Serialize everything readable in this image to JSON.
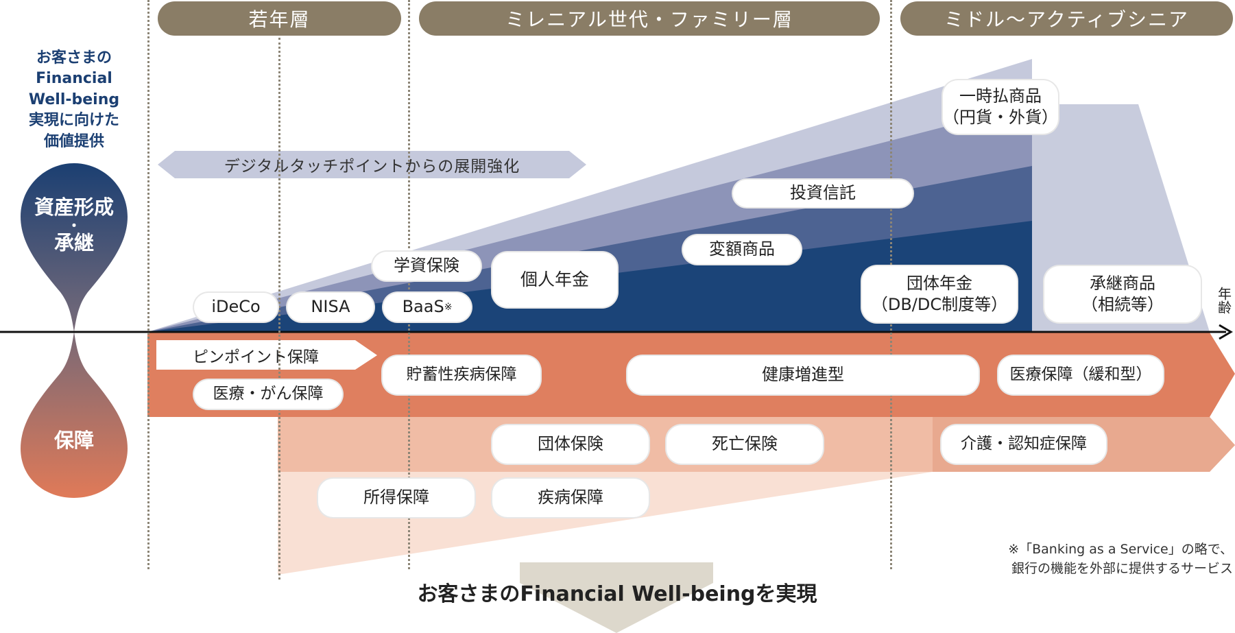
{
  "header": {
    "young": "若年層",
    "millennial": "ミレニアル世代・ファミリー層",
    "middle": "ミドル～アクティブシニア"
  },
  "side": {
    "value_lines": [
      "お客さまの",
      "Financial",
      "Well-being",
      "実現に向けた",
      "価値提供"
    ],
    "asset_line1": "資産形成",
    "asset_dot": "・",
    "asset_line2": "承継",
    "protection": "保障"
  },
  "digital_banner": "デジタルタッチポイントからの展開強化",
  "axis_label": "年齢",
  "asset_products": {
    "ideco": "iDeCo",
    "nisa": "NISA",
    "baas": "BaaS",
    "baas_mark": "※",
    "education_insurance": "学資保険",
    "personal_pension": "個人年金",
    "variable_products": "変額商品",
    "investment_trust": "投資信託",
    "group_pension_line1": "団体年金",
    "group_pension_line2": "（DB/DC制度等）",
    "single_premium_line1": "一時払商品",
    "single_premium_line2": "（円貨・外貨）",
    "succession_line1": "承継商品",
    "succession_line2": "（相続等）"
  },
  "protection_products": {
    "pinpoint": "ピンポイント保障",
    "medical_cancer": "医療・がん保障",
    "savings_disease": "貯蓄性疾病保障",
    "health_promotion": "健康増進型",
    "medical_relaxed": "医療保障（緩和型）",
    "group_insurance": "団体保険",
    "death_insurance": "死亡保険",
    "nursing_dementia": "介護・認知症保障",
    "income_protection": "所得保障",
    "disease_protection": "疾病保障"
  },
  "footnote": {
    "line1": "※「Banking as a Service」の略で、",
    "line2": "銀行の機能を外部に提供するサービス"
  },
  "conclusion": "お客さまのFinancial Well-beingを実現",
  "colors": {
    "header_brown": "#8a7d66",
    "navy": "#1b4478",
    "lavender": "#c5c9dc",
    "orange": "#df7f5f",
    "peach": "#f0bca5",
    "light_peach": "#f9e0d4",
    "arrow_gray": "#ddd8cc"
  }
}
